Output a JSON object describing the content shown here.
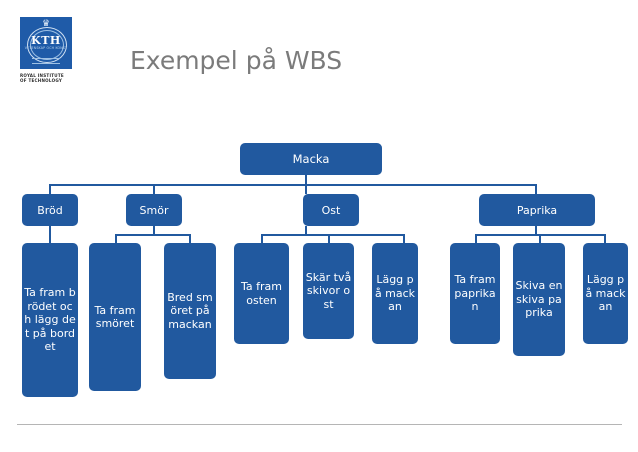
{
  "slide": {
    "title": "Exempel på WBS",
    "title_color": "#7b7b7b",
    "background": "#ffffff",
    "node_color": "#21599F",
    "node_text_color": "#ffffff",
    "connector_color": "#21599F",
    "footer_rule_color": "#b5b5b5"
  },
  "logo": {
    "name": "KTH",
    "crown": "♛",
    "motto": "VETENSKAP OCH KONST",
    "subtitle_line1": "ROYAL INSTITUTE",
    "subtitle_line2": "OF TECHNOLOGY",
    "crest_color": "#1F5BA8"
  },
  "wbs": {
    "root": {
      "label": "Macka"
    },
    "level2": [
      {
        "label": "Bröd"
      },
      {
        "label": "Smör"
      },
      {
        "label": "Ost"
      },
      {
        "label": "Paprika"
      }
    ],
    "leaves": [
      {
        "label": "Ta fram brödet och lägg det på bordet",
        "parent": "Bröd"
      },
      {
        "label": "Ta fram smöret",
        "parent": "Smör"
      },
      {
        "label": "Bred smöret på mackan",
        "parent": "Smör"
      },
      {
        "label": "Ta fram osten",
        "parent": "Ost"
      },
      {
        "label": "Skär två skivor ost",
        "parent": "Ost"
      },
      {
        "label": "Lägg på mackan",
        "parent": "Ost"
      },
      {
        "label": "Ta fram paprikan",
        "parent": "Paprika"
      },
      {
        "label": "Skiva en skiva paprika",
        "parent": "Paprika"
      },
      {
        "label": "Lägg på mackan",
        "parent": "Paprika"
      }
    ]
  }
}
